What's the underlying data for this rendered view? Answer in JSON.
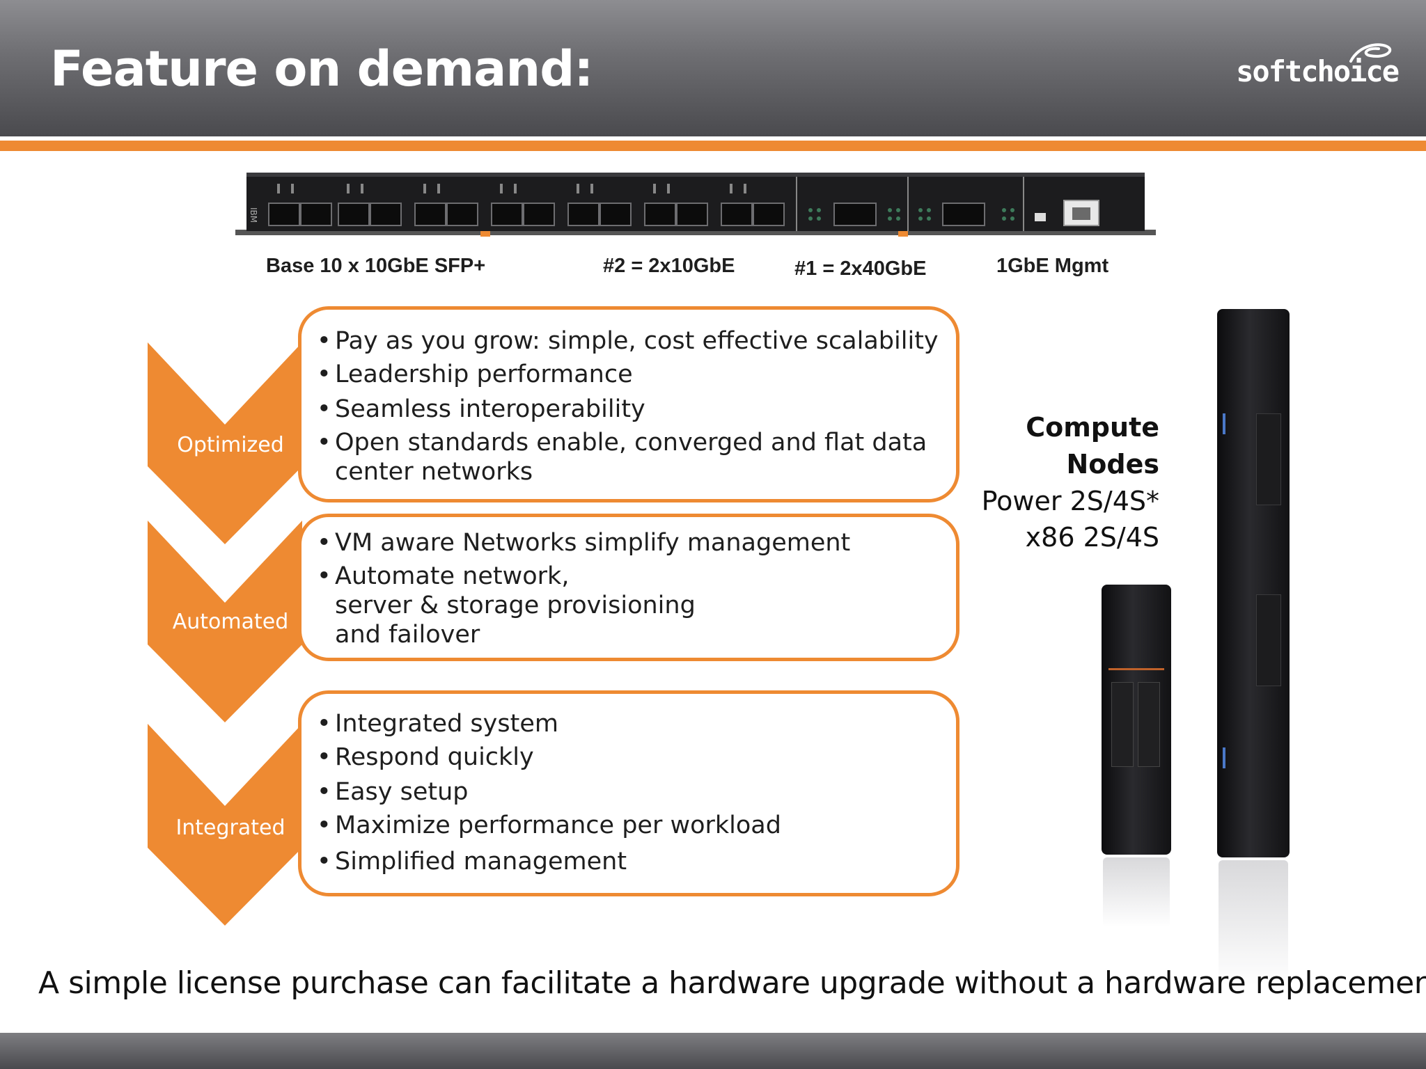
{
  "slide": {
    "title": "Feature on demand:",
    "logo": "softchoice",
    "switch_labels": [
      "Base 10 x 10GbE SFP+",
      "#2 = 2x10GbE",
      "#1 = 2x40GbE",
      "1GbE Mgmt"
    ],
    "sections": [
      {
        "label": "Optimized",
        "bullets": [
          "Pay as you grow: simple, cost effective scalability",
          "Leadership performance",
          "Seamless interoperability",
          "Open standards enable, converged and flat data|center networks"
        ]
      },
      {
        "label": "Automated",
        "bullets": [
          "VM aware Networks simplify management",
          "Automate network,|server & storage  provisioning|and failover"
        ]
      },
      {
        "label": "Integrated",
        "bullets": [
          "Integrated system",
          "Respond quickly",
          "Easy setup",
          "Maximize performance per workload",
          "Simplified management"
        ]
      }
    ],
    "compute": {
      "title_line1": "Compute",
      "title_line2": "Nodes",
      "line1": "Power 2S/4S*",
      "line2": "x86 2S/4S"
    },
    "footer": "A simple license purchase can facilitate a hardware upgrade without a hardware replacement",
    "colors": {
      "accent": "#ee8a32",
      "header": "#5a5a5e",
      "text": "#1e1e1e"
    }
  }
}
